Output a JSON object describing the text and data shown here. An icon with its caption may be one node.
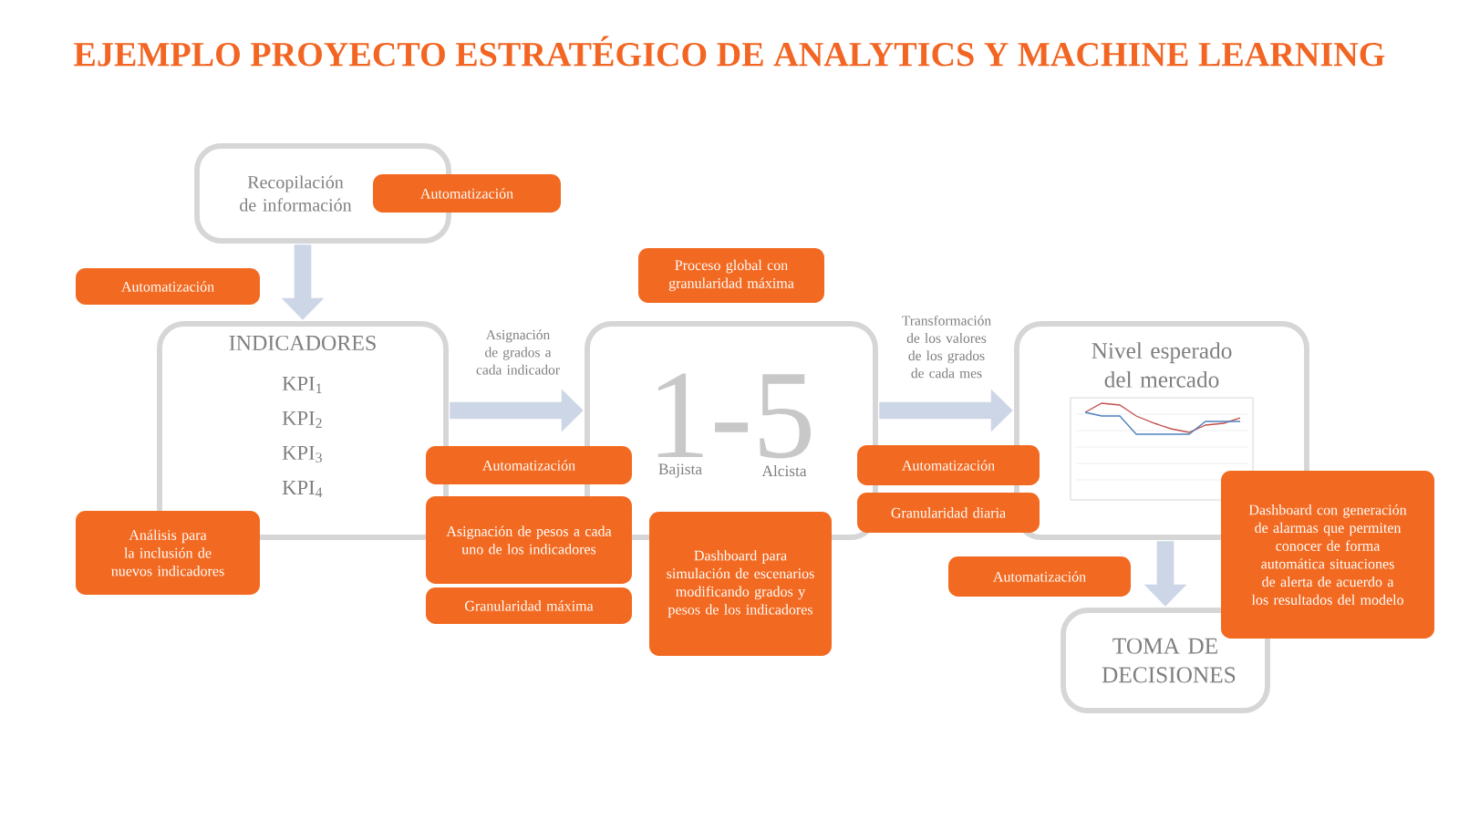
{
  "diagram": {
    "title": "EJEMPLO PROYECTO ESTRATÉGICO DE ANALYTICS Y MACHINE LEARNING",
    "nodes": [
      {
        "text": [
          "Recopilación de información"
        ]
      },
      {
        "text": [
          "INDICADORES",
          "KPI$_{1}$",
          "KPI$_{2}$",
          "KPI$_{3}$",
          "KPI$_{4}$"
        ]
      },
      {
        "text": [
          "1-5",
          "Bajista",
          "Alcista"
        ]
      },
      {
        "text": [
          "Nivel esperado del mercado"
        ]
      },
      {
        "text": [
          "TOMA DE DECISIONES"
        ]
      },
      {
        "text": [
          "Automatización"
        ]
      },
      {
        "text": [
          "Automatización"
        ]
      },
      {
        "text": [
          "Proceso global con granularidad máxima"
        ]
      },
      {
        "text": [
          "Automatización"
        ]
      },
      {
        "text": [
          "Asignación de pesos a cada uno de los indicadores"
        ]
      },
      {
        "text": [
          "Granularidad máxima"
        ]
      },
      {
        "text": [
          "Análisis para la inclusión de nuevos indicadores"
        ]
      },
      {
        "text": [
          "Dashboard para simulación de escenarios modificando grados y pesos de los indicadores"
        ]
      },
      {
        "text": [
          "Automatización"
        ]
      },
      {
        "text": [
          "Granularidad diaria"
        ]
      },
      {
        "text": [
          "Automatización"
        ]
      },
      {
        "text": [
          "Dashboard con generación de alarmas que permiten conocer de forma automática situaciones de alerta de acuerdo a los resultados del modelo"
        ]
      }
    ],
    "edges": [
      {
        "from": 0,
        "to": 1,
        "arrow": "to"
      },
      {
        "from": 1,
        "to": 2,
        "arrow": "to",
        "label": "Asignación de grados a cada indicador"
      },
      {
        "from": 2,
        "to": 3,
        "arrow": "to",
        "label": "Transformación de los valores de los grados de cada mes"
      },
      {
        "from": 3,
        "to": 4,
        "arrow": "to"
      }
    ]
  }
}
